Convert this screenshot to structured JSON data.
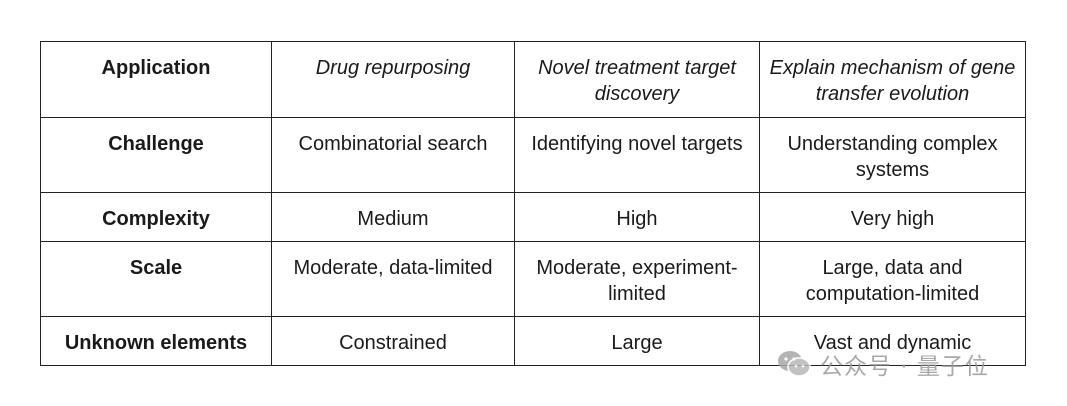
{
  "table": {
    "rows": [
      {
        "label": "Application",
        "cells": [
          "Drug repurposing",
          "Novel treatment target discovery",
          "Explain mechanism of gene transfer evolution"
        ],
        "italic": true
      },
      {
        "label": "Challenge",
        "cells": [
          "Combinatorial search",
          "Identifying novel targets",
          "Understanding complex systems"
        ],
        "italic": false
      },
      {
        "label": "Complexity",
        "cells": [
          "Medium",
          "High",
          "Very high"
        ],
        "italic": false
      },
      {
        "label": "Scale",
        "cells": [
          "Moderate, data-limited",
          "Moderate, experiment-limited",
          "Large, data and computation-limited"
        ],
        "italic": false
      },
      {
        "label": "Unknown elements",
        "cells": [
          "Constrained",
          "Large",
          "Vast and dynamic"
        ],
        "italic": false
      }
    ]
  },
  "watermark": {
    "text": "公众号 · 量子位",
    "icon": "wechat-icon"
  }
}
